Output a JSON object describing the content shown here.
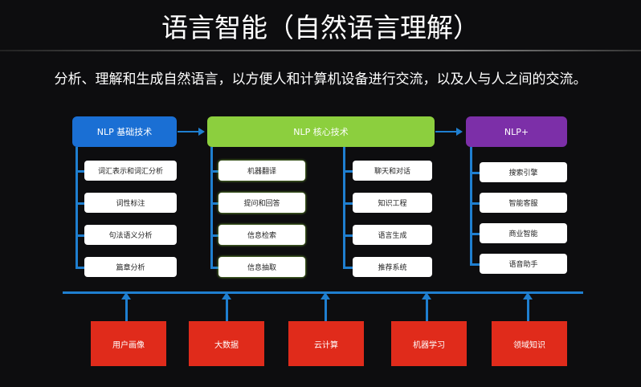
{
  "title": "语言智能（自然语言理解）",
  "subtitle": "分析、理解和生成自然语言，以方便人和计算机设备进行交流，以及人与人之间的交流。",
  "colors": {
    "basic": "#1a6fd4",
    "core": "#8ccf3e",
    "plus": "#7c2fa8",
    "foundation": "#e02b1b",
    "connector": "#1f7fd0"
  },
  "columns": [
    {
      "header": "NLP 基础技术",
      "items": [
        "词汇表示和词汇分析",
        "词性标注",
        "句法语义分析",
        "篇章分析"
      ]
    },
    {
      "header": "NLP 核心技术",
      "items_left": [
        "机器翻译",
        "提问和回答",
        "信息检索",
        "信息抽取"
      ],
      "items_right": [
        "聊天和对话",
        "知识工程",
        "语言生成",
        "推荐系统"
      ]
    },
    {
      "header": "NLP+",
      "items": [
        "搜索引擎",
        "智能客服",
        "商业智能",
        "语音助手"
      ]
    }
  ],
  "foundations": [
    "用户画像",
    "大数据",
    "云计算",
    "机器学习",
    "领域知识"
  ]
}
